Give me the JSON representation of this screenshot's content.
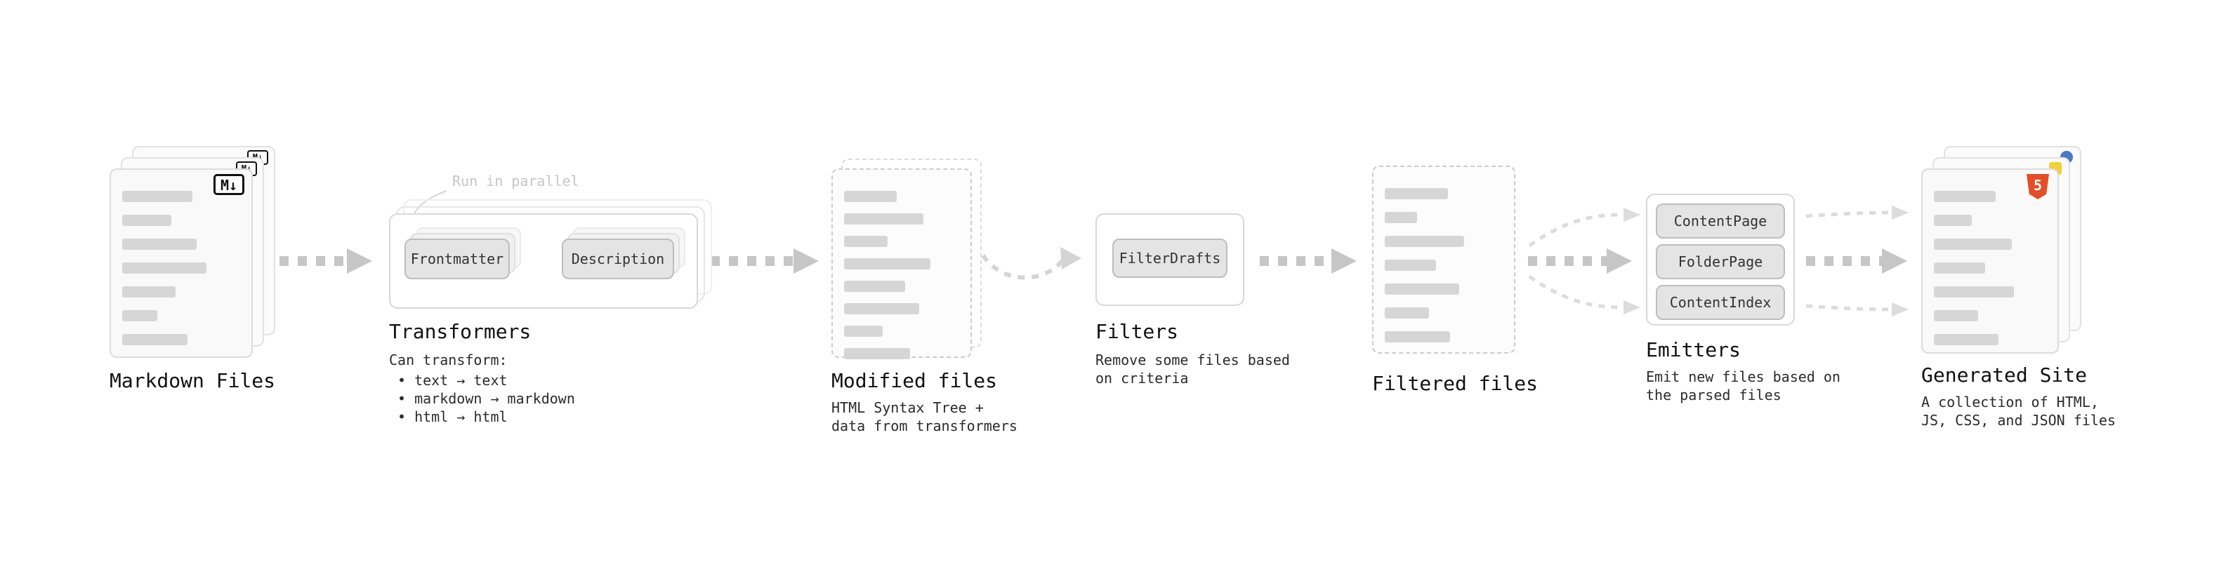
{
  "stages": {
    "markdown_files": {
      "label": "Markdown Files",
      "icon_text": "M↓",
      "bars": [
        60,
        42,
        64,
        72,
        46,
        30,
        56
      ]
    },
    "transformers": {
      "annotation": "Run in parallel",
      "nodes": [
        "Frontmatter",
        "Description"
      ],
      "label": "Transformers",
      "description_title": "Can transform:",
      "bullets": [
        "• text → text",
        "• markdown → markdown",
        "• html → html"
      ]
    },
    "modified_files": {
      "label": "Modified files",
      "description": "HTML Syntax Tree +\ndata from transformers",
      "bars": [
        46,
        70,
        38,
        76,
        54,
        66,
        34,
        58
      ]
    },
    "filters": {
      "nodes": [
        "FilterDrafts"
      ],
      "label": "Filters",
      "description": "Remove some files based\non criteria"
    },
    "filtered_files": {
      "label": "Filtered files",
      "bars": [
        54,
        28,
        68,
        44,
        64,
        38,
        56
      ]
    },
    "emitters": {
      "nodes": [
        "ContentPage",
        "FolderPage",
        "ContentIndex"
      ],
      "label": "Emitters",
      "description": "Emit new files based on\nthe parsed files"
    },
    "generated_site": {
      "label": "Generated Site",
      "description": "A collection of HTML,\nJS, CSS, and JSON files",
      "icon_text": "5",
      "bars": [
        56,
        34,
        70,
        46,
        72,
        40,
        58
      ]
    }
  },
  "colors": {
    "arrow": "#c6c6c6",
    "arrow_light": "#dcdcdc",
    "card_border": "#dcdcdc",
    "bar_fill": "#d6d6d6",
    "html5_orange": "#e44d26",
    "js_yellow": "#f2d039",
    "json_blue": "#4a78c6"
  }
}
